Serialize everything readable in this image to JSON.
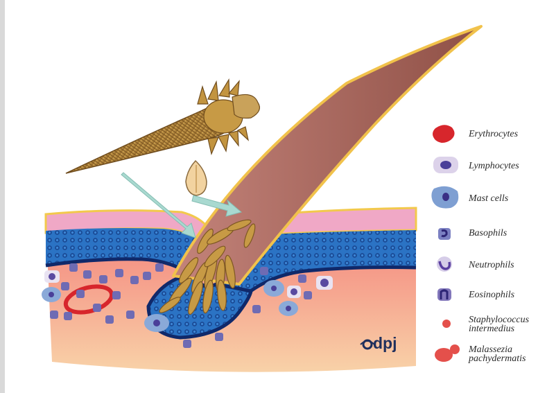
{
  "legend": {
    "items": [
      {
        "label": "Erythrocytes",
        "icon": "erythrocyte-icon",
        "color": "#d7262c"
      },
      {
        "label": "Lymphocytes",
        "icon": "lymphocyte-icon",
        "color": "#c9b6dd"
      },
      {
        "label": "Mast cells",
        "icon": "mast-cell-icon",
        "color": "#7e9fd2"
      },
      {
        "label": "Basophils",
        "icon": "basophil-icon",
        "color": "#6f73b8"
      },
      {
        "label": "Neutrophils",
        "icon": "neutrophil-icon",
        "color": "#7a63b0"
      },
      {
        "label": "Eosinophils",
        "icon": "eosinophil-icon",
        "color": "#7d6ab1"
      },
      {
        "label": "Staphylococcus",
        "label2": "intermedius",
        "icon": "staphylococcus-icon",
        "color": "#e4504b"
      },
      {
        "label": "Malassezia",
        "label2": "pachydermatis",
        "icon": "malassezia-icon",
        "color": "#e4504b"
      }
    ]
  },
  "logo": {
    "text": "dpj"
  },
  "colors": {
    "skin_top": "#f3b0c8",
    "epidermis_blue": "#2a6fc1",
    "epidermis_dark": "#1b3f86",
    "dermis": "#f4a192",
    "mite": "#b58a3a",
    "hair": "#a7685f",
    "arrow": "#a9d9d0"
  }
}
